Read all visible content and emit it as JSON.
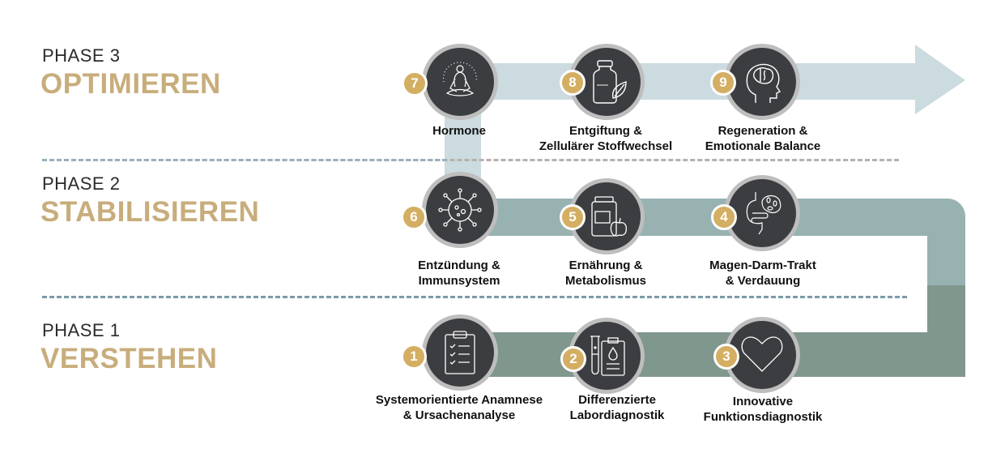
{
  "phases": [
    {
      "number": "PHASE 3",
      "title": "OPTIMIEREN"
    },
    {
      "number": "PHASE 2",
      "title": "STABILISIEREN"
    },
    {
      "number": "PHASE 1",
      "title": "VERSTEHEN"
    }
  ],
  "steps": [
    {
      "n": "1",
      "line1": "Systemorientierte Anamnese",
      "line2": "& Ursachenanalyse",
      "icon": "clipboard-checklist-icon"
    },
    {
      "n": "2",
      "line1": "Differenzierte",
      "line2": "Labordiagnostik",
      "icon": "lab-test-icon"
    },
    {
      "n": "3",
      "line1": "Innovative",
      "line2": "Funktionsdiagnostik",
      "icon": "heart-icon"
    },
    {
      "n": "4",
      "line1": "Magen-Darm-Trakt",
      "line2": "& Verdauung",
      "icon": "digestive-tract-icon"
    },
    {
      "n": "5",
      "line1": "Ernährung &",
      "line2": "Metabolismus",
      "icon": "nutrition-jar-icon"
    },
    {
      "n": "6",
      "line1": "Entzündung &",
      "line2": "Immunsystem",
      "icon": "virus-icon"
    },
    {
      "n": "7",
      "line1": "Hormone",
      "line2": "",
      "icon": "meditation-icon"
    },
    {
      "n": "8",
      "line1": "Entgiftung &",
      "line2": "Zellulärer Stoffwechsel",
      "icon": "bottle-leaf-icon"
    },
    {
      "n": "9",
      "line1": "Regeneration &",
      "line2": "Emotionale Balance",
      "icon": "brain-head-icon"
    }
  ],
  "colors": {
    "phase3": "#cbdbe0",
    "phase2": "#98b2b2",
    "phase1": "#7f978c",
    "gold": "#c8ad7c",
    "badge": "#d4ae62",
    "circle": "#3c3d41"
  }
}
